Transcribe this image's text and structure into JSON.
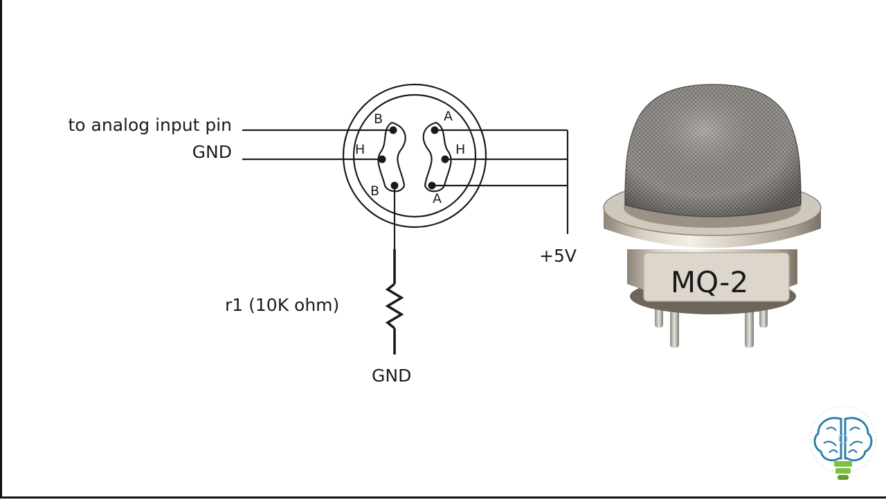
{
  "schematic": {
    "labels": {
      "analog": "to analog input pin",
      "gnd_top": "GND",
      "vcc": "+5V",
      "resistor": "r1 (10K ohm)",
      "gnd_bottom": "GND"
    },
    "pins": {
      "left_top": "B",
      "left_mid": "H",
      "left_bottom": "B",
      "right_top": "A",
      "right_mid": "H",
      "right_bottom": "A"
    }
  },
  "sensor": {
    "model_label": "MQ-2"
  },
  "colors": {
    "line": "#1a1a1a",
    "metal_light": "#e9e4dc",
    "metal_dark": "#8d8478",
    "mesh": "#8a8784",
    "label_plate": "#d8d2c8",
    "logo_blue": "#2c7fa8",
    "logo_green": "#7dc142"
  },
  "logo": {
    "icon": "brain-bulb-icon"
  }
}
